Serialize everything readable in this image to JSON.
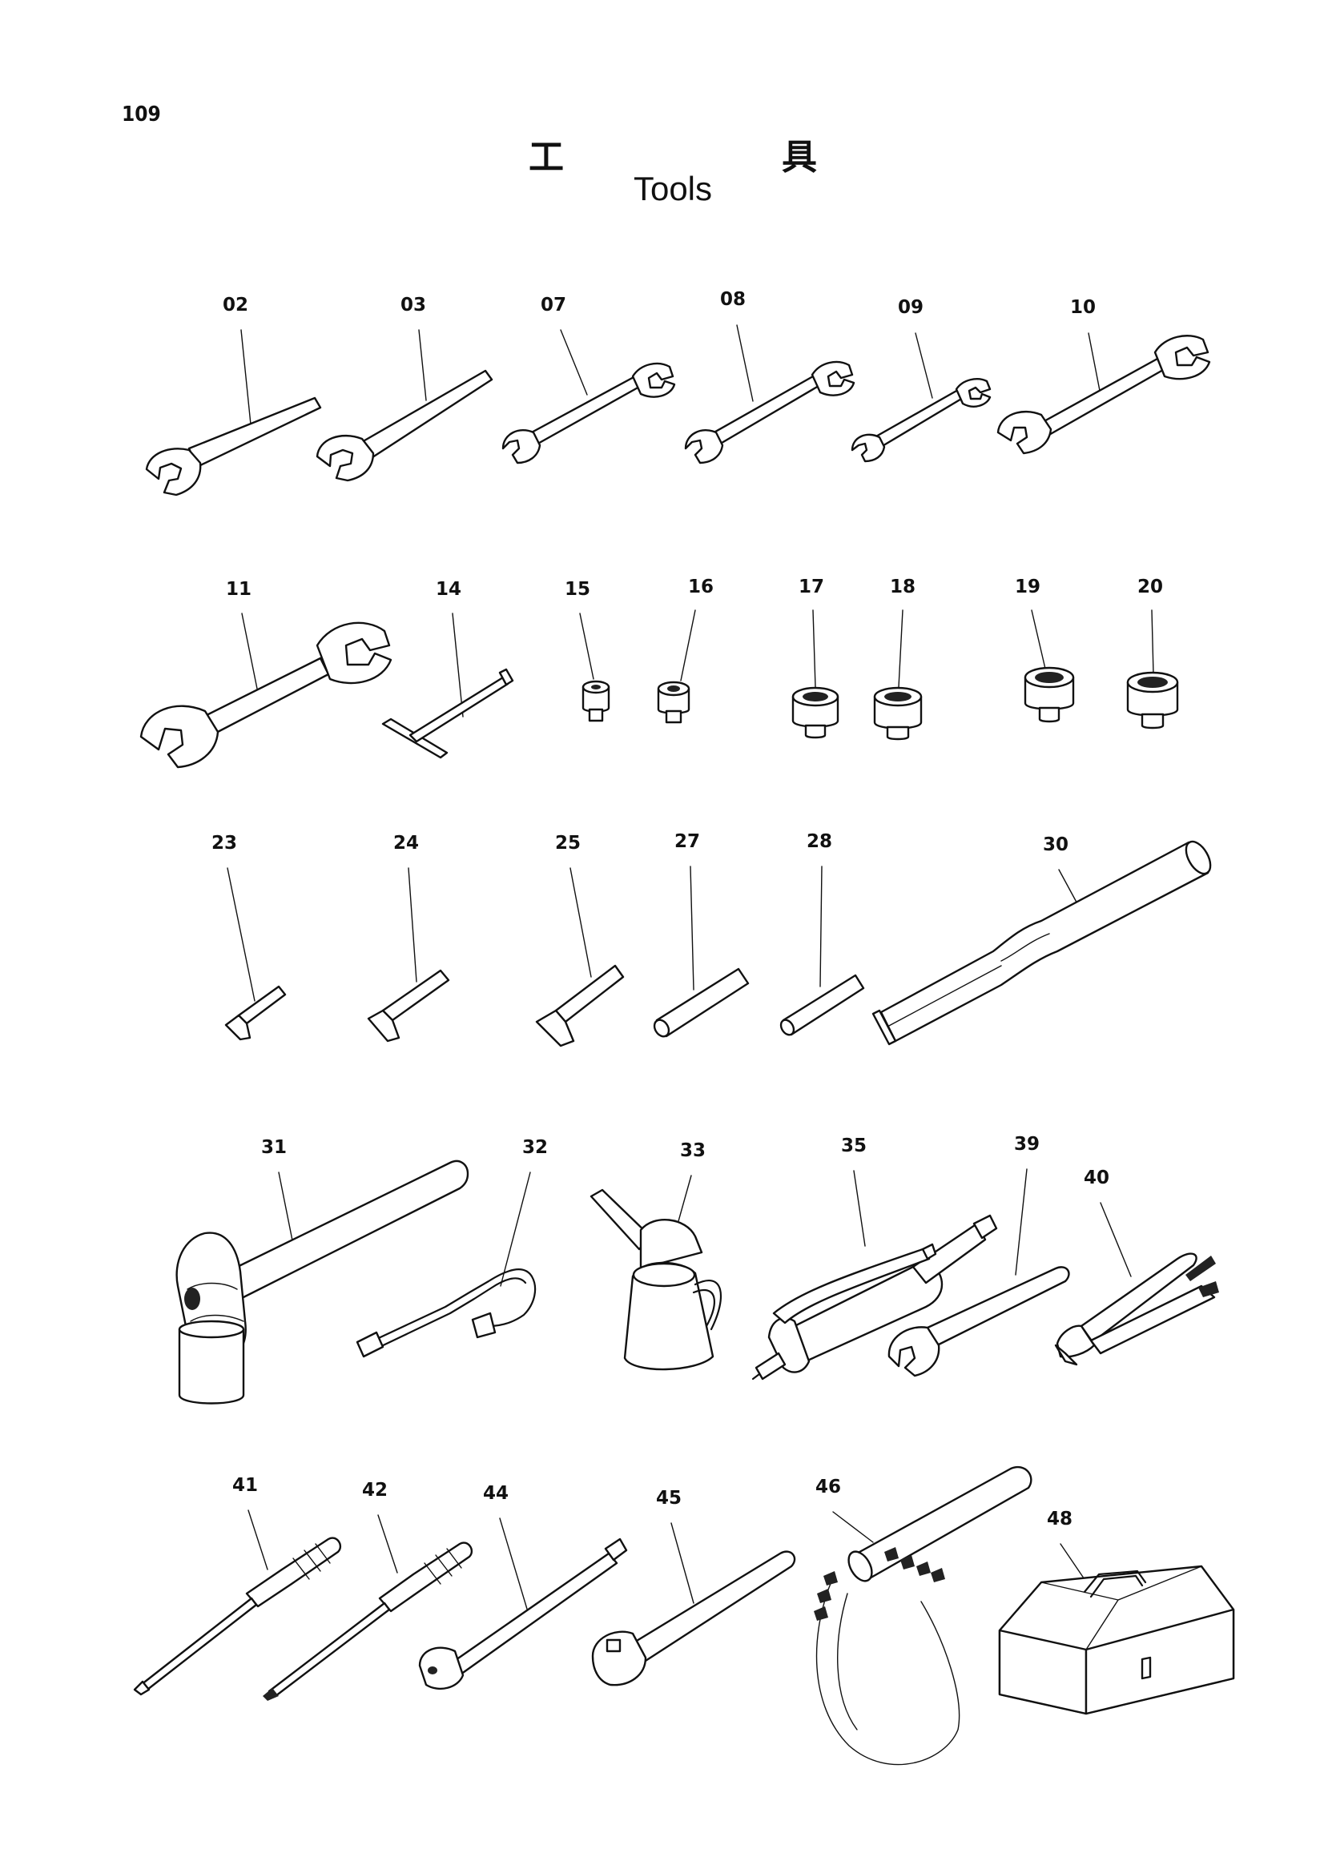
{
  "page_number": "109",
  "title_jp": [
    "工",
    "具"
  ],
  "title_en": "Tools",
  "parts": {
    "p02": "02",
    "p03": "03",
    "p07": "07",
    "p08": "08",
    "p09": "09",
    "p10": "10",
    "p11": "11",
    "p14": "14",
    "p15": "15",
    "p16": "16",
    "p17": "17",
    "p18": "18",
    "p19": "19",
    "p20": "20",
    "p23": "23",
    "p24": "24",
    "p25": "25",
    "p27": "27",
    "p28": "28",
    "p30": "30",
    "p31": "31",
    "p32": "32",
    "p33": "33",
    "p35": "35",
    "p39": "39",
    "p40": "40",
    "p41": "41",
    "p42": "42",
    "p44": "44",
    "p45": "45",
    "p46": "46",
    "p48": "48"
  },
  "icons": {
    "p02": "open-end-wrench-icon",
    "p03": "open-end-wrench-icon",
    "p07": "double-open-end-wrench-icon",
    "p08": "double-open-end-wrench-icon",
    "p09": "double-open-end-wrench-icon",
    "p10": "double-open-end-wrench-icon",
    "p11": "double-open-end-wrench-icon",
    "p14": "t-handle-icon",
    "p15": "socket-icon",
    "p16": "socket-icon",
    "p17": "socket-icon",
    "p18": "socket-icon",
    "p19": "socket-icon",
    "p20": "socket-icon",
    "p23": "hex-key-icon",
    "p24": "hex-key-icon",
    "p25": "hex-key-icon",
    "p27": "hex-bar-icon",
    "p28": "hex-bar-icon",
    "p30": "extension-pipe-icon",
    "p31": "hammer-icon",
    "p32": "flexible-hose-icon",
    "p33": "oil-can-icon",
    "p35": "grease-gun-icon",
    "p39": "adjustable-wrench-icon",
    "p40": "pliers-icon",
    "p41": "screwdriver-icon",
    "p42": "screwdriver-icon",
    "p44": "extension-bar-icon",
    "p45": "ratchet-handle-icon",
    "p46": "filter-wrench-icon",
    "p48": "toolbox-icon"
  }
}
